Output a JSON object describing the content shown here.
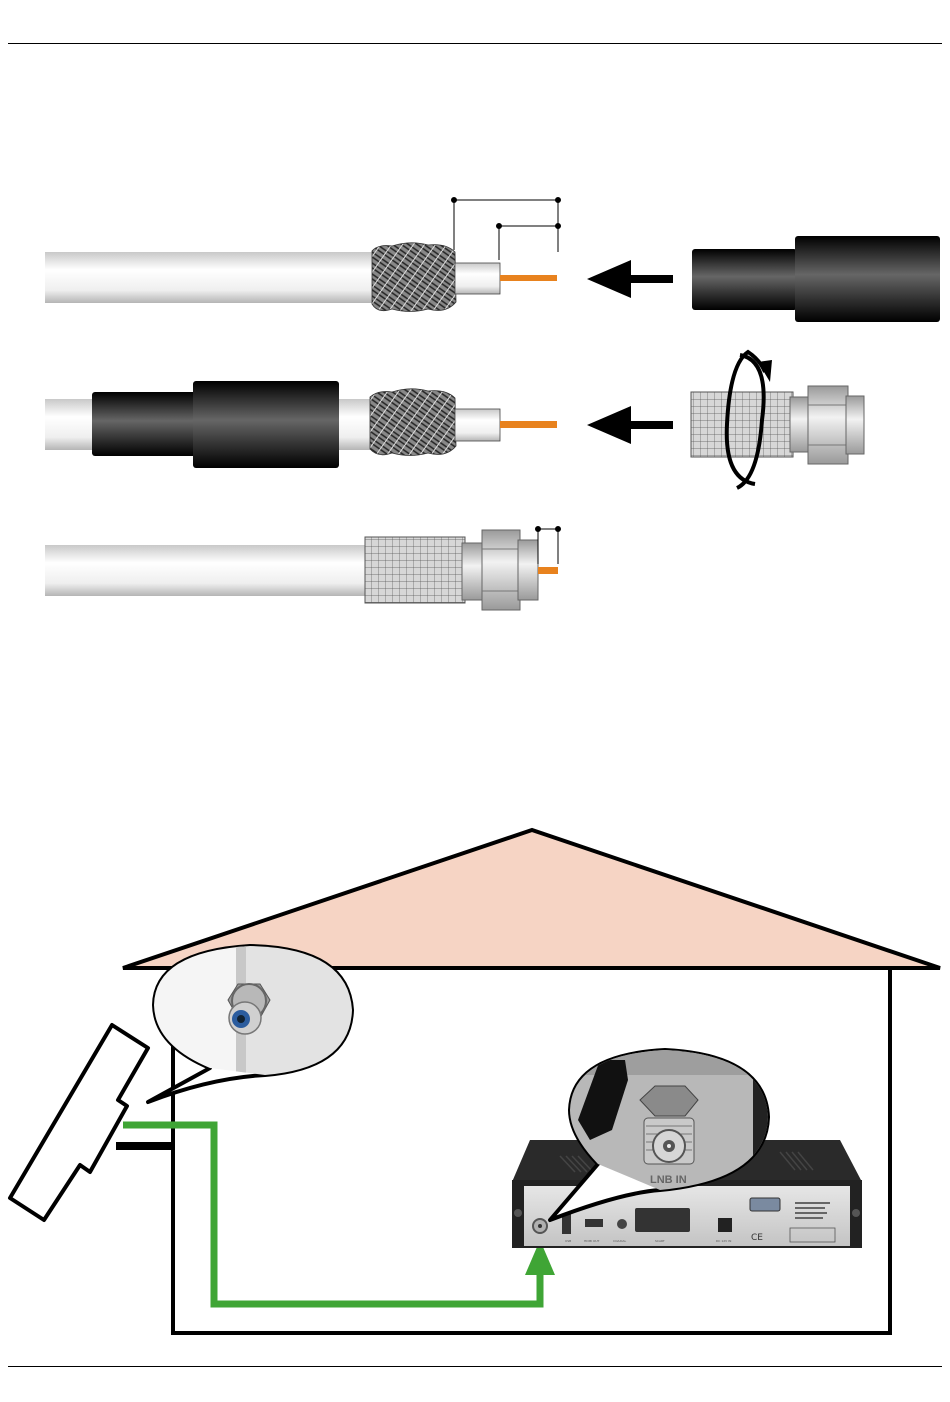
{
  "colors": {
    "cable_jacket": "#eeeeee",
    "center_conductor": "#e8821e",
    "connector_sleeve": "#1a1a1a",
    "connection_line": "#3fa535",
    "roof": "#f6d4c4",
    "receiver_body": "#222222",
    "receiver_panel": "#d9d9d9"
  },
  "icons": [
    "left-arrow-icon",
    "rotate-arrow-icon",
    "up-arrow-icon"
  ],
  "receiver": {
    "port_labels": [
      "LNB IN",
      "USB",
      "HDMI OUT",
      "COAXIAL",
      "SCART",
      "DC 12V IN",
      "CE"
    ]
  }
}
